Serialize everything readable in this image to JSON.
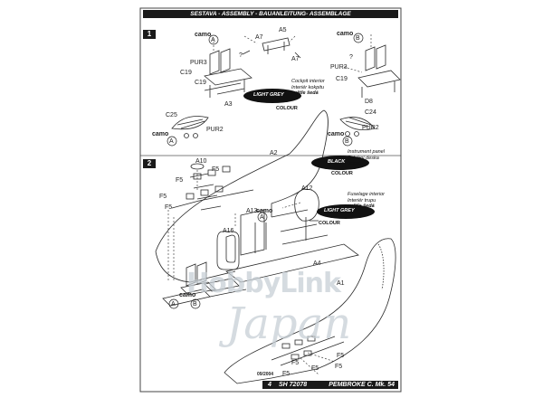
{
  "header": {
    "title": "SESTAVA - ASSEMBLY - BAUANLEITUNG- ASSEMBLAGE"
  },
  "steps": [
    {
      "number": "1"
    },
    {
      "number": "2"
    }
  ],
  "step1": {
    "camo_a_top": "camo",
    "camo_a_top_letter": "A",
    "camo_b_top": "camo",
    "camo_b_top_letter": "B",
    "part_a5": "A5",
    "part_a7_left": "A7",
    "part_a7_right": "A7",
    "question_left": "?",
    "question_right": "?",
    "pur3_left": "PUR3",
    "pur3_right": "PUR3",
    "c19_left_top": "C19",
    "c19_left_bottom": "C19",
    "c19_right": "C19",
    "part_a3": "A3",
    "part_d8": "D8",
    "cockpit_note": [
      "Cockpit interior",
      "Interiér kokpitu",
      "světle šedá"
    ],
    "swatch_label": "LIGHT GREY",
    "colour_word": "COLOUR",
    "c25": "C25",
    "c24": "C24",
    "pur2_left": "PUR2",
    "pur2_right": "PUR2",
    "camo_a_bottom": "camo",
    "camo_a_bottom_letter": "A",
    "camo_b_bottom": "camo",
    "camo_b_bottom_letter": "B"
  },
  "step2": {
    "part_a2": "A2",
    "part_a10": "A10",
    "part_a12": "A12",
    "part_a13": "A13",
    "part_a16": "A16",
    "part_a4": "A4",
    "part_a1": "A1",
    "f5_labels": [
      "F5",
      "F5",
      "F5",
      "F5",
      "F5",
      "F5",
      "F5",
      "F5",
      "F5"
    ],
    "camo_a": "camo",
    "camo_a_letter": "A",
    "camo_bottom": "camo",
    "camo_bottom_letter_a": "A",
    "camo_bottom_letter_b": "B",
    "instrument_note": [
      "Instrument panel",
      "Palubní deska",
      "černá"
    ],
    "black_label": "BLACK",
    "black_colour": "COLOUR",
    "fuselage_note": [
      "Fuselage interior",
      "Interiér trupu",
      "světle šedá"
    ],
    "grey_label": "LIGHT GREY",
    "grey_colour": "COLOUR"
  },
  "footer": {
    "date": "09/2004",
    "page": "4",
    "code": "SH 72078",
    "model": "PEMBROKE C. Mk. 54"
  },
  "watermark": {
    "line1": "HobbyLink",
    "line2": "Japan"
  },
  "colors": {
    "ink": "#1a1a1a",
    "watermark": "#c8d0d6"
  }
}
